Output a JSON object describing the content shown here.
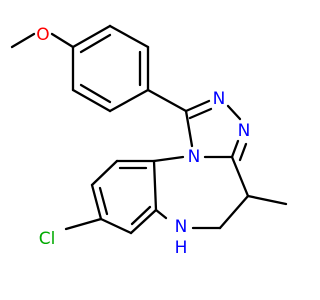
{
  "molecule": {
    "atoms": {
      "methoxy_o": {
        "text": "O",
        "color": "#ff0000"
      },
      "triazole_n1": {
        "text": "N",
        "color": "#0000ff"
      },
      "triazole_n2": {
        "text": "N",
        "color": "#0000ff"
      },
      "triazole_n4": {
        "text": "N",
        "color": "#0000ff"
      },
      "amine_nh": {
        "text": "N",
        "h": "H",
        "color": "#0000ff"
      },
      "chlorine": {
        "text": "Cl",
        "color": "#00aa00"
      }
    },
    "bond_color": "#000000"
  }
}
